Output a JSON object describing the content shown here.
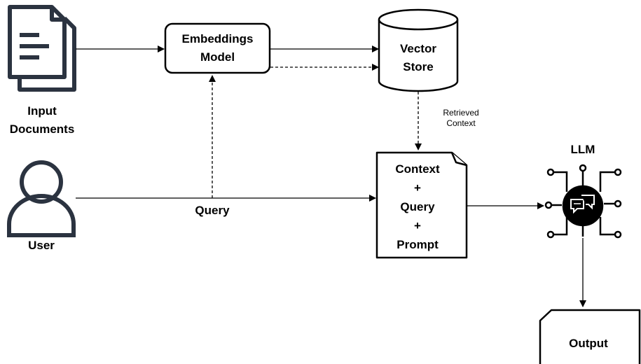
{
  "nodes": {
    "input_documents": {
      "label_line1": "Input",
      "label_line2": "Documents",
      "icon": "documents-icon"
    },
    "embeddings_model": {
      "label_line1": "Embeddings",
      "label_line2": "Model"
    },
    "vector_store": {
      "label_line1": "Vector",
      "label_line2": "Store"
    },
    "user": {
      "label": "User",
      "icon": "user-icon"
    },
    "prompt": {
      "lines": [
        "Context",
        "+",
        "Query",
        "+",
        "Prompt"
      ]
    },
    "llm": {
      "label": "LLM",
      "icon": "chip-chat-icon"
    },
    "output": {
      "label": "Output"
    }
  },
  "edges": {
    "query_label": "Query",
    "retrieved_context_line1": "Retrieved",
    "retrieved_context_line2": "Context"
  }
}
